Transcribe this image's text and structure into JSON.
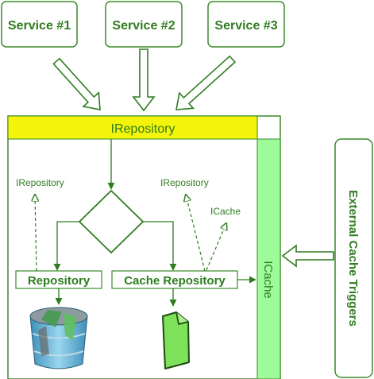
{
  "services": [
    {
      "label": "Service #1"
    },
    {
      "label": "Service #2"
    },
    {
      "label": "Service #3"
    }
  ],
  "irepository_bar": "IRepository",
  "icache_bar": "ICache",
  "external": "External Cache Triggers",
  "repository": "Repository",
  "cache_repository": "Cache Repository",
  "iface_left": "IRepository",
  "iface_right": "IRepository",
  "iface_cache": "ICache",
  "colors": {
    "text_green": "#2e7d1f",
    "border_green": "#3a8a2a",
    "bar_yellow": "#f4f40a",
    "bar_green": "#9dfb9a"
  }
}
